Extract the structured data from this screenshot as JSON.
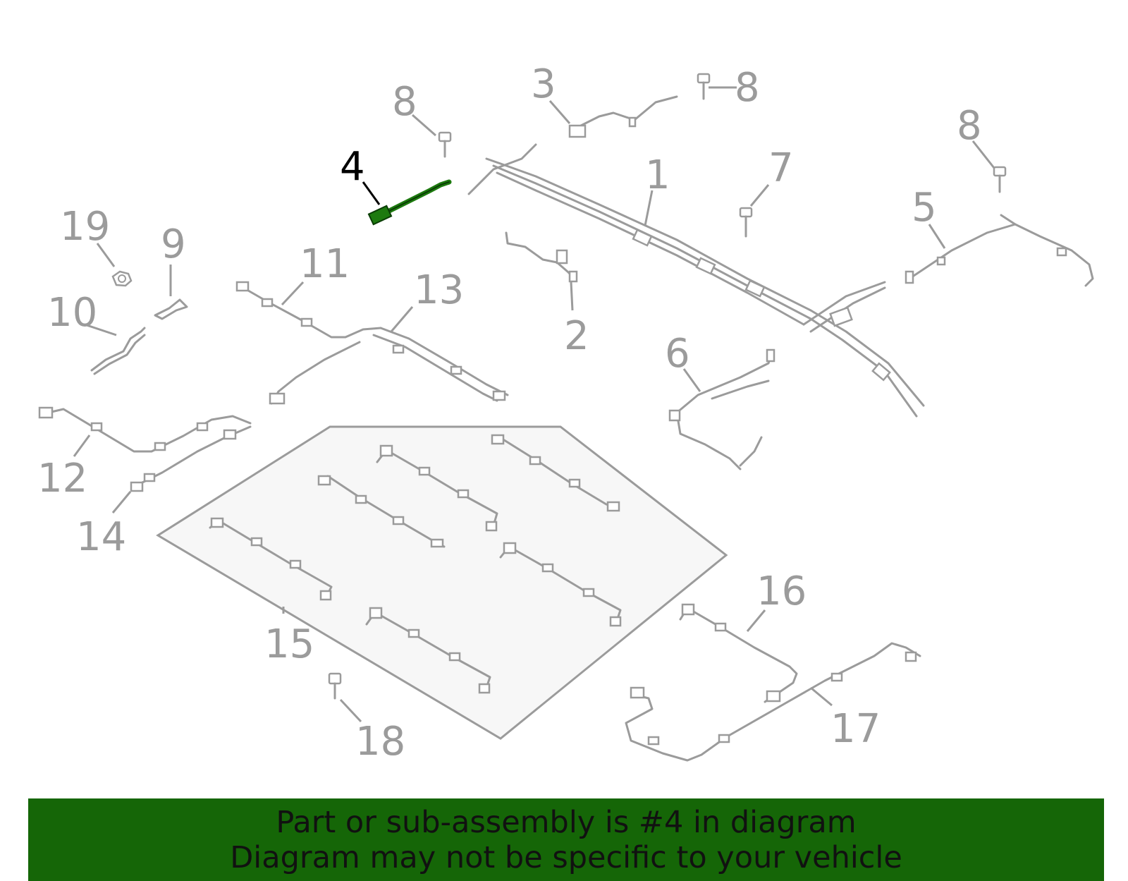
{
  "diagram": {
    "callouts": [
      {
        "id": "1",
        "text": "1"
      },
      {
        "id": "2",
        "text": "2"
      },
      {
        "id": "3",
        "text": "3"
      },
      {
        "id": "4",
        "text": "4",
        "highlighted": true
      },
      {
        "id": "5",
        "text": "5"
      },
      {
        "id": "6",
        "text": "6"
      },
      {
        "id": "7",
        "text": "7"
      },
      {
        "id": "8a",
        "text": "8"
      },
      {
        "id": "8b",
        "text": "8"
      },
      {
        "id": "8c",
        "text": "8"
      },
      {
        "id": "9",
        "text": "9"
      },
      {
        "id": "10",
        "text": "10"
      },
      {
        "id": "11",
        "text": "11"
      },
      {
        "id": "12",
        "text": "12"
      },
      {
        "id": "13",
        "text": "13"
      },
      {
        "id": "14",
        "text": "14"
      },
      {
        "id": "15",
        "text": "15"
      },
      {
        "id": "16",
        "text": "16"
      },
      {
        "id": "17",
        "text": "17"
      },
      {
        "id": "18",
        "text": "18"
      },
      {
        "id": "19",
        "text": "19"
      }
    ],
    "colors": {
      "part_line": "#9b9b9b",
      "highlight_part": "#1d7a0f",
      "highlight_label": "#000000",
      "group_panel_fill": "#f7f7f7",
      "banner_bg": "#156607"
    }
  },
  "banner": {
    "line1": "Part or sub-assembly is #4 in diagram",
    "line2": "Diagram may not be specific to your vehicle"
  }
}
